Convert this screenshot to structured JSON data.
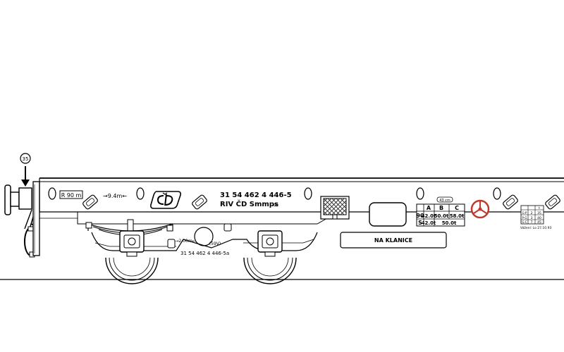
{
  "marker": {
    "number": "35"
  },
  "labels": {
    "r90": "R 90 m",
    "dist_upper": "→9.4m←",
    "wagon_number": "31 54 462 4 446-5",
    "wagon_class": "RIV ČD Smmps",
    "class_suffix": "(P)",
    "dist_lower": "→2.00m←",
    "code_59": "(59V)",
    "wagon_number_small": "31 54 462 4 446-5a",
    "panel_label": "NA KLANICE",
    "ccs": "43 cm",
    "revision": "Vážení: Lo 27.10.93"
  },
  "load_table": {
    "headers": [
      "A",
      "B",
      "C"
    ],
    "row1": {
      "label": "90",
      "cells": [
        "42.0t",
        "50.0t",
        "58.0t"
      ]
    },
    "row2": {
      "label": "S",
      "cells": [
        "42.0t",
        "50.0t"
      ]
    }
  },
  "brake_table": {
    "header": [
      "",
      "t"
    ],
    "rows": [
      [
        "G-P",
        "2",
        "35"
      ],
      [
        "P-G",
        "3",
        "40"
      ],
      [
        "G-C",
        "7",
        "45"
      ]
    ]
  },
  "colors": {
    "line": "#000000",
    "handwheel": "#c0392b",
    "background": "#ffffff"
  }
}
